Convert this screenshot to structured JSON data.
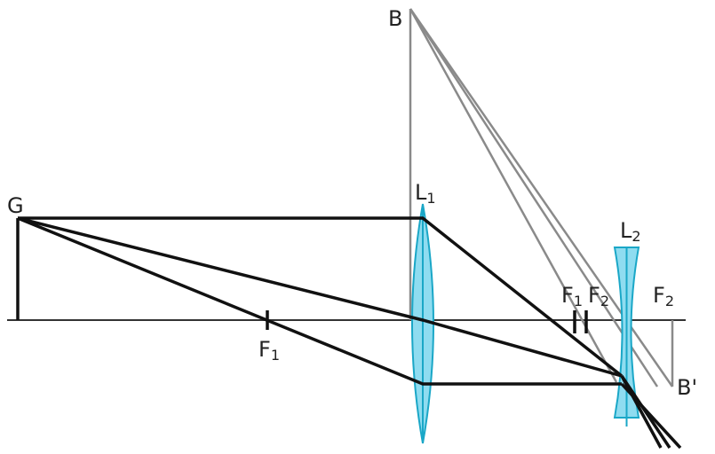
{
  "labels": {
    "object_point": "G",
    "virtual_image_point": "B",
    "final_image_point": "B'",
    "lens1": {
      "base": "L",
      "sub": "1"
    },
    "lens2": {
      "base": "L",
      "sub": "2"
    },
    "focus1_left": {
      "base": "F",
      "sub": "1"
    },
    "focus1_right": {
      "base": "F",
      "sub": "1"
    },
    "focus2_left": {
      "base": "F",
      "sub": "2"
    },
    "focus2_right": {
      "base": "F",
      "sub": "2"
    }
  },
  "colors": {
    "ray": "#111111",
    "construction": "#8a8a8a",
    "lens_fill": "#8fdcf0",
    "lens_stroke": "#1aa7c7"
  }
}
